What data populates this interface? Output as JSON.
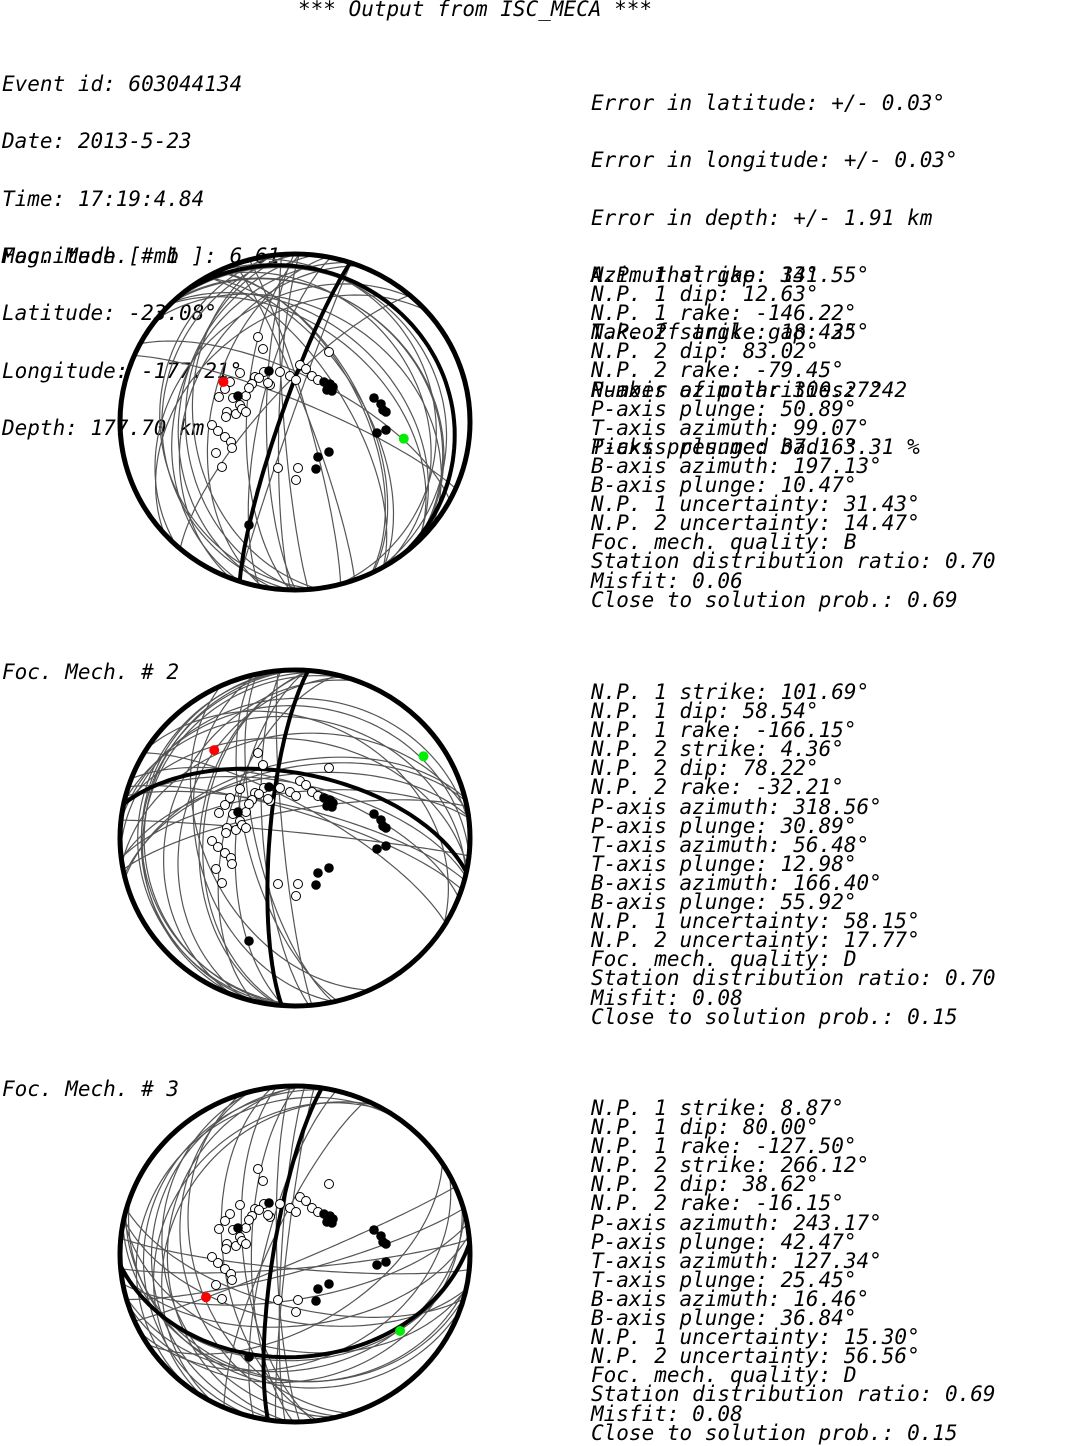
{
  "title": "*** Output from ISC_MECA ***",
  "event": [
    "Event id: 603044134",
    "Date: 2013-5-23",
    "Time: 17:19:4.84",
    "Magnitude [ mb ]: 6.61",
    "Latitude: -23.08°",
    "Longitude: -177.21°",
    "Depth: 177.70 km"
  ],
  "quality": [
    "Error in latitude: +/- 0.03°",
    "Error in longitude: +/- 0.03°",
    "Error in depth: +/- 1.91 km",
    "Azimuthal gap: 33°",
    "Takeoff angle gap: 35°",
    "Number of polarities: 242",
    "Picks presumed bad: 3.31 %"
  ],
  "mechanisms": [
    {
      "title": "Foc. Mech. # 1",
      "strike1": 141.55,
      "strike2": 18.42,
      "p_axis": {
        "azimuth": 300.27,
        "plunge": 50.89
      },
      "t_axis": {
        "azimuth": 99.07,
        "plunge": 37.16
      },
      "params": [
        "N.P. 1 strike: 141.55°",
        "N.P. 1 dip: 12.63°",
        "N.P. 1 rake: -146.22°",
        "N.P. 2 strike: 18.42°",
        "N.P. 2 dip: 83.02°",
        "N.P. 2 rake: -79.45°",
        "P-axis azimuth: 300.27°",
        "P-axis plunge: 50.89°",
        "T-axis azimuth: 99.07°",
        "T-axis plunge: 37.16°",
        "B-axis azimuth: 197.13°",
        "B-axis plunge: 10.47°",
        "N.P. 1 uncertainty: 31.43°",
        "N.P. 2 uncertainty: 14.47°",
        "Foc. mech. quality: B",
        "Station distribution ratio: 0.70",
        "Misfit: 0.06",
        "Close to solution prob.: 0.69"
      ]
    },
    {
      "title": "Foc. Mech. # 2",
      "strike1": 101.69,
      "strike2": 4.36,
      "p_axis": {
        "azimuth": 318.56,
        "plunge": 30.89
      },
      "t_axis": {
        "azimuth": 56.48,
        "plunge": 12.98
      },
      "params": [
        "N.P. 1 strike: 101.69°",
        "N.P. 1 dip: 58.54°",
        "N.P. 1 rake: -166.15°",
        "N.P. 2 strike: 4.36°",
        "N.P. 2 dip: 78.22°",
        "N.P. 2 rake: -32.21°",
        "P-axis azimuth: 318.56°",
        "P-axis plunge: 30.89°",
        "T-axis azimuth: 56.48°",
        "T-axis plunge: 12.98°",
        "B-axis azimuth: 166.40°",
        "B-axis plunge: 55.92°",
        "N.P. 1 uncertainty: 58.15°",
        "N.P. 2 uncertainty: 17.77°",
        "Foc. mech. quality: D",
        "Station distribution ratio: 0.70",
        "Misfit: 0.08",
        "Close to solution prob.: 0.15"
      ]
    },
    {
      "title": "Foc. Mech. # 3",
      "strike1": 8.87,
      "strike2": 266.12,
      "p_axis": {
        "azimuth": 243.17,
        "plunge": 42.47
      },
      "t_axis": {
        "azimuth": 127.34,
        "plunge": 25.45
      },
      "params": [
        "N.P. 1 strike: 8.87°",
        "N.P. 1 dip: 80.00°",
        "N.P. 1 rake: -127.50°",
        "N.P. 2 strike: 266.12°",
        "N.P. 2 dip: 38.62°",
        "N.P. 2 rake: -16.15°",
        "P-axis azimuth: 243.17°",
        "P-axis plunge: 42.47°",
        "T-axis azimuth: 127.34°",
        "T-axis plunge: 25.45°",
        "B-axis azimuth: 16.46°",
        "B-axis plunge: 36.84°",
        "N.P. 1 uncertainty: 15.30°",
        "N.P. 2 uncertainty: 56.56°",
        "Foc. mech. quality: D",
        "Station distribution ratio: 0.69",
        "Misfit: 0.08",
        "Close to solution prob.: 0.15"
      ]
    }
  ],
  "colors": {
    "p_axis": "#ff0000",
    "t_axis": "#00ee00",
    "uncertainty_planes": "#555555"
  }
}
